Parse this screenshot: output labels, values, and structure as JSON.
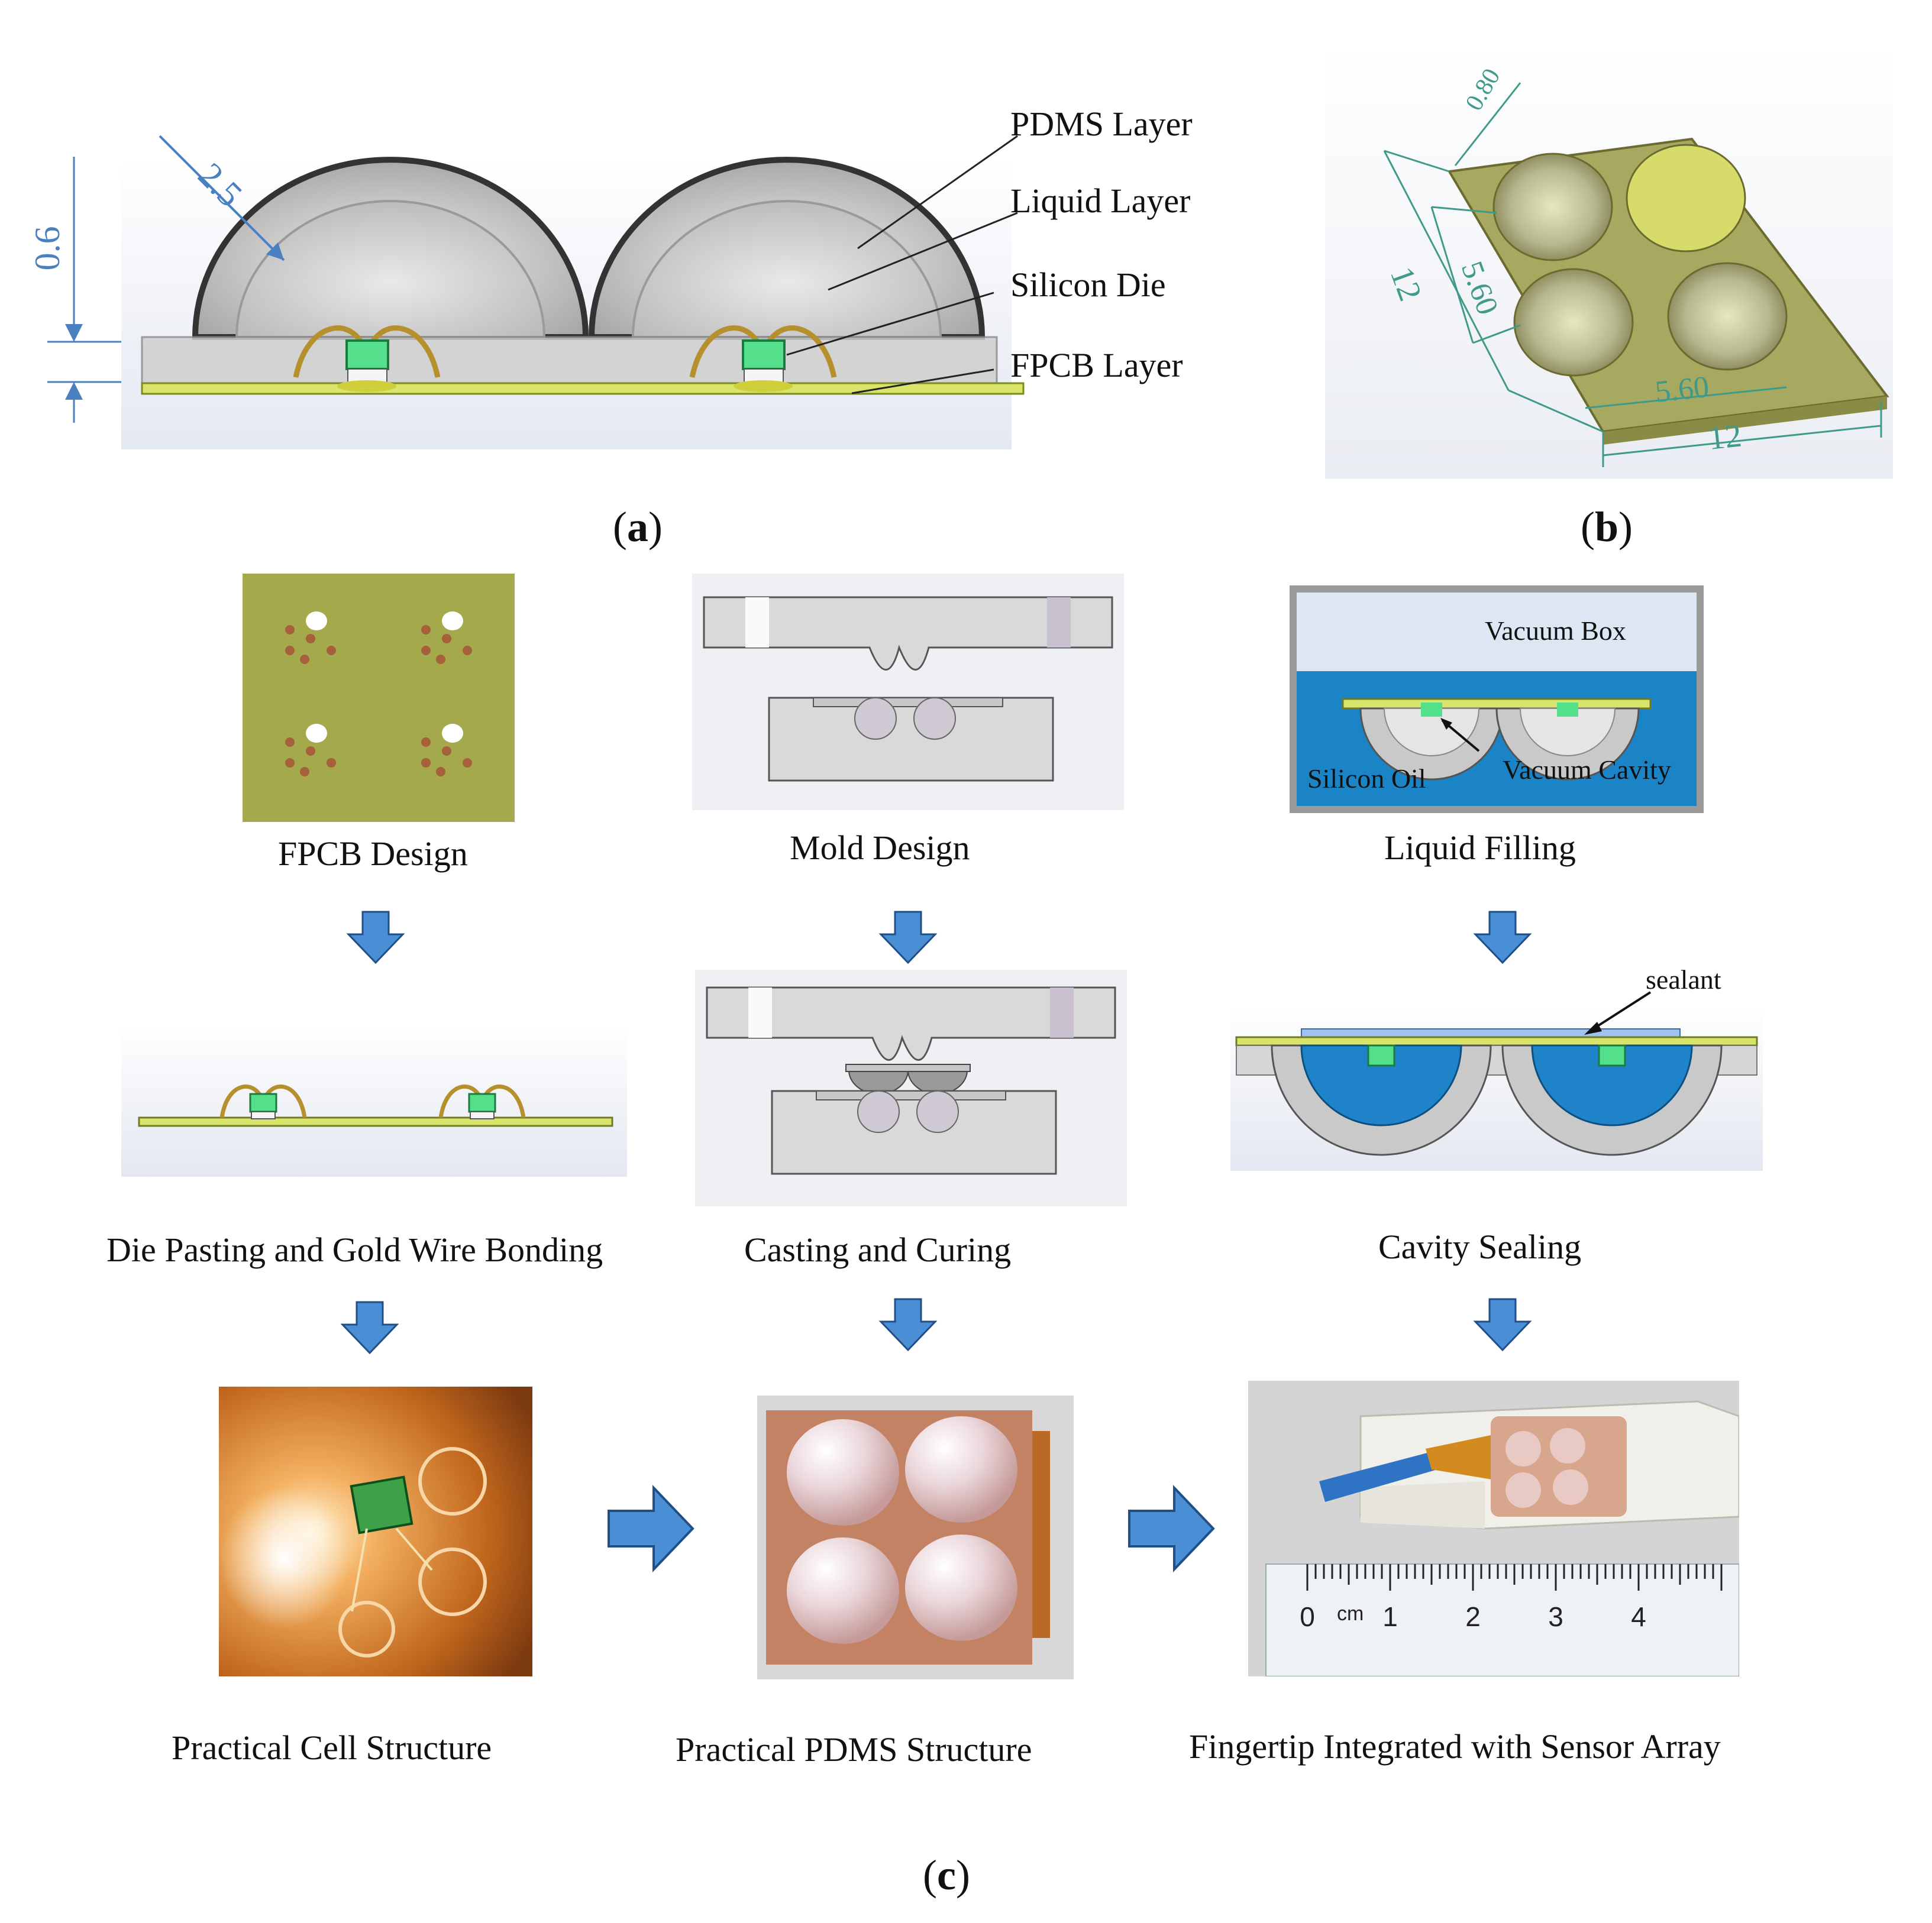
{
  "panel_a": {
    "label": "a",
    "dim_radius": "2.5",
    "dim_height": "0.6",
    "layers": [
      "PDMS Layer",
      "Liquid Layer",
      "Silicon Die",
      "FPCB Layer"
    ]
  },
  "panel_b": {
    "label": "b",
    "dim_thickness": "0.80",
    "dim_pitch_v": "5.60",
    "dim_size_v": "12",
    "dim_pitch_h": "5.60",
    "dim_size_h": "12"
  },
  "panel_c": {
    "label": "c",
    "steps": {
      "fpcb_design": "FPCB Design",
      "mold_design": "Mold Design",
      "liquid_filling": "Liquid Filling",
      "die_pasting": "Die Pasting and Gold Wire Bonding",
      "casting": "Casting and Curing",
      "cavity_sealing": "Cavity Sealing",
      "practical_cell": "Practical Cell Structure",
      "practical_pdms": "Practical PDMS Structure",
      "fingertip": "Fingertip Integrated with Sensor Array"
    },
    "liquid_fill_labels": {
      "vacuum_box": "Vacuum Box",
      "silicon_oil": "Silicon Oil",
      "vacuum_cavity": "Vacuum Cavity"
    },
    "sealant_label": "sealant",
    "ruler": {
      "unit": "cm",
      "ticks": [
        "0",
        "1",
        "2",
        "3",
        "4"
      ]
    }
  },
  "colors": {
    "arrow": "#4a8ed6",
    "dimension": "#4a7fc0",
    "fpcb": "#d9e56a",
    "die": "#54e08a",
    "oil": "#1b84c6"
  }
}
